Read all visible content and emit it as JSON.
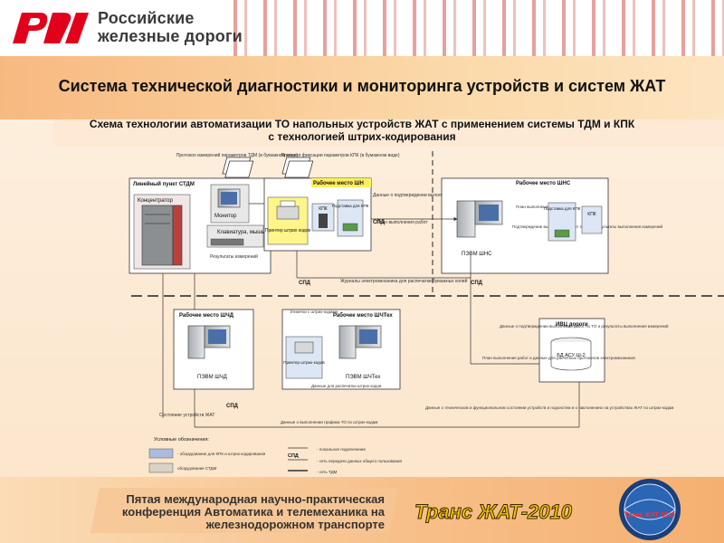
{
  "header": {
    "brand_line1": "Российские",
    "brand_line2": "железные дороги"
  },
  "title": "Система технической диагностики и мониторинга устройств и систем ЖАТ",
  "subtitle_line1": "Схема технологии автоматизации ТО напольных устройств ЖАТ с применением системы ТДМ и КПК",
  "subtitle_line2": "с технологией штрих-кодирования",
  "diagram": {
    "doc_left": "Протокол измерений параметров ТДМ (в бумажном виде)",
    "doc_right": "Протокол фиксации параметров КПК (в бумажном виде)",
    "linear_point": "Линейный пункт СТДМ",
    "concentrator": "Концентратор",
    "monitor": "Монитор",
    "keyboard": "Клавиатура, мышь",
    "measure_results": "Результаты измерений",
    "shn_place": "Рабочее место ШН",
    "printer_barcodes": "Принтер штрих кодов",
    "kpk": "КПК",
    "kpk_stand": "Подставка для КПК",
    "data_confirm": "Данные о подтверждении выполнения работ по ТО и результаты выполнения измерений",
    "work_plan": "План выполнения работ",
    "spd": "СПД",
    "shns_place": "Рабочее место ШНС",
    "pevm_shns": "ПЭВМ ШНС",
    "plan_work2": "План выполнения работ",
    "confirm_results": "Подтверждение выполнения работ по ТО и результаты выполнения измерений",
    "journals": "Журналы электромеханика для распечатки бумажных копий",
    "shchd_place": "Рабочее место ШЧД",
    "pevm_shchd": "ПЭВМ ШЧД",
    "labels": "Этикетки с штрих-кодами",
    "shchteh_place": "Рабочее место ШЧТех",
    "printer_barcodes2": "Принтер штрих-кодов",
    "data_print": "Данные для распечатки штрих-кодов",
    "pevm_shchteh": "ПЭВМ ШЧТех",
    "ivc": "ИВЦ дороги",
    "bd": "БД АСУ-Ш-2",
    "data_right1": "Данные о подтверждении выполнения работ по ТО и результаты выполнения измерений",
    "data_right2": "План выполнения работ и данные для расчетных протоколов электромехаников",
    "state_jat": "Состояние устройств ЖАТ",
    "tech_state": "Данные о техническом и функциональном состоянии устройств и подсистем и о наклонениях на устройствах ЖАТ по штрих-кодам",
    "schedule": "Данные о выполнении графика ТО по штрих-кодам"
  },
  "legend": {
    "title": "Условные обозначения:",
    "item1": "- оборудование для КПК и штрих-кодирования",
    "item2": "оборудование СТДМ",
    "item3": "- локальное подключение",
    "item4": "- сеть передачи данных общего пользования",
    "item5": "- сеть ТДМ",
    "spd": "СПД"
  },
  "footer": {
    "conf_line1": "Пятая международная научно-практическая",
    "conf_line2": "конференция Автоматика и телемеханика на",
    "conf_line3": "железнодорожном транспорте",
    "trans": "Транс ЖАТ-2010",
    "emblem": "Транс ЖАТ-2010"
  }
}
